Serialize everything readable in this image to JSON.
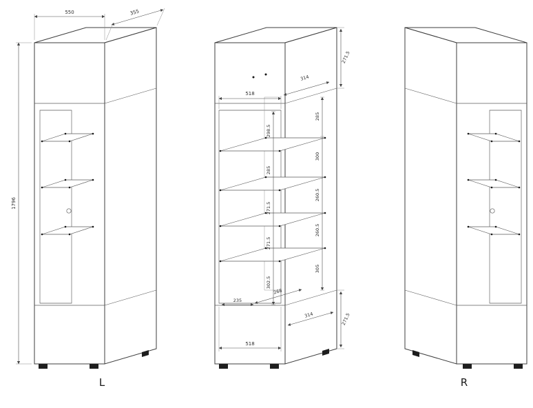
{
  "views": {
    "left": {
      "label": "L",
      "width": "550",
      "depth": "355",
      "height": "1796"
    },
    "middle": {
      "top": {
        "height": "271.5",
        "depth": "314",
        "inner_width": "518"
      },
      "left_chain": [
        "298.5",
        "285",
        "271.5",
        "271.5",
        "302.5"
      ],
      "right_chain": [
        "285",
        "300",
        "260.5",
        "260.5",
        "305"
      ],
      "bottom": {
        "left_width": "235",
        "right_width": "268",
        "height": "271.5",
        "depth": "314",
        "inner_width": "518"
      }
    },
    "right": {
      "label": "R"
    }
  }
}
